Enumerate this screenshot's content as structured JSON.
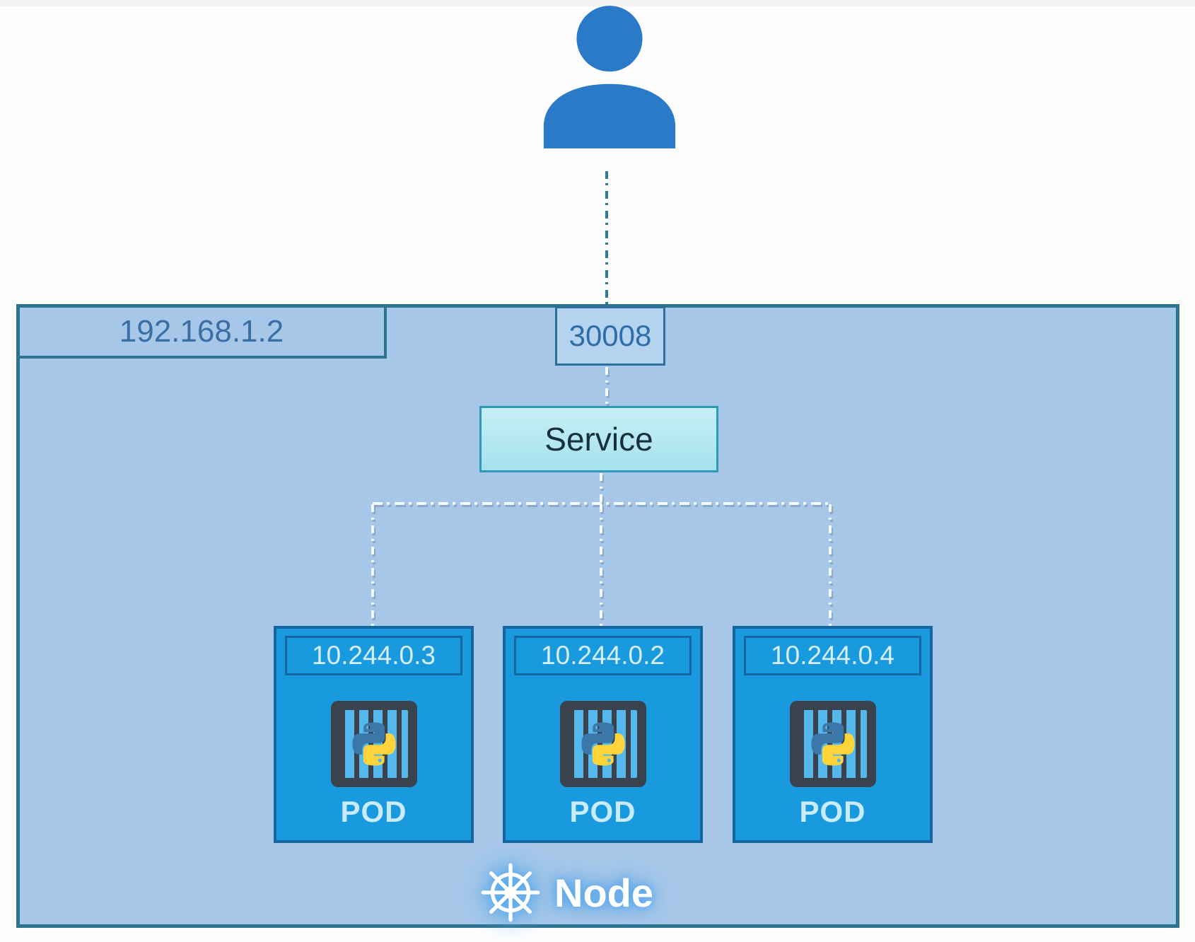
{
  "diagram": {
    "kind": "kubernetes-nodeport-service",
    "user": {
      "icon": "user-icon"
    },
    "node": {
      "label": "Node",
      "ip": "192.168.1.2",
      "port": "30008",
      "service_label": "Service",
      "pods": [
        {
          "ip": "10.244.0.3",
          "label": "POD",
          "icon": "python-container-icon"
        },
        {
          "ip": "10.244.0.2",
          "label": "POD",
          "icon": "python-container-icon"
        },
        {
          "ip": "10.244.0.4",
          "label": "POD",
          "icon": "python-container-icon"
        }
      ],
      "footer_icon": "kubernetes-wheel-icon"
    },
    "colors": {
      "node_fill": "#a6c7e8",
      "node_border": "#2d7390",
      "pod_fill": "#1a9ade",
      "pod_border": "#1566a0",
      "service_fill": "#b5e8f2",
      "service_border": "#2f9ab5",
      "user_blue": "#2b7ac7",
      "node_ip_text": "#3a6fa6",
      "port_text": "#2f6da8",
      "pod_ip_text": "#d5effd",
      "pod_label_text": "#c9ecfc",
      "node_title_text": "#ffffff",
      "connector_teal": "#2e7d93",
      "connector_white": "#f3fafd",
      "python_blue": "#3b77a8",
      "python_yellow": "#ffd43b",
      "container_dark": "#39424d",
      "container_light": "#55b8ed"
    }
  }
}
